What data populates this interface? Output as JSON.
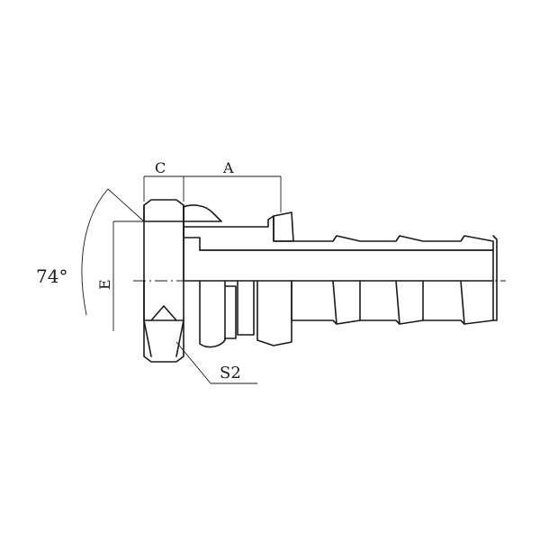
{
  "labels": {
    "angle": "74°",
    "dim_c": "C",
    "dim_a": "A",
    "dim_e": "E",
    "dim_s2": "S2"
  },
  "colors": {
    "line": "#1a1a1a",
    "background": "#ffffff"
  }
}
